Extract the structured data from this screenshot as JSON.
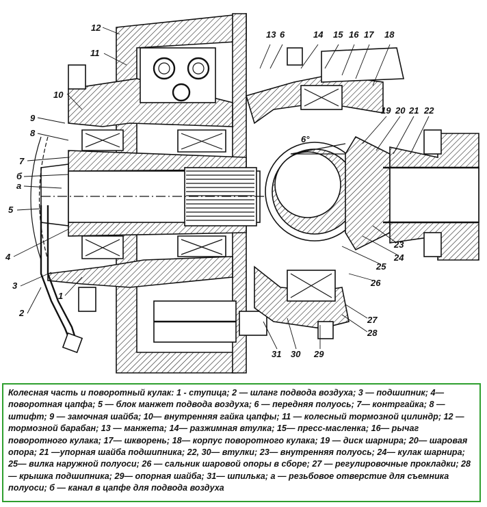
{
  "labels": {
    "l1": "1",
    "l2": "2",
    "l3": "3",
    "l4": "4",
    "l5": "5",
    "l6": "6",
    "l7": "7",
    "l8": "8",
    "l9": "9",
    "l10": "10",
    "l11": "11",
    "l12": "12",
    "l13": "13",
    "l14": "14",
    "l15": "15",
    "l16": "16",
    "l17": "17",
    "l18": "18",
    "l19": "19",
    "l20": "20",
    "l21": "21",
    "l22": "22",
    "l23": "23",
    "l24": "24",
    "l25": "25",
    "l26": "26",
    "l27": "27",
    "l28": "28",
    "l29": "29",
    "l30": "30",
    "l31": "31",
    "la": "a",
    "lb": "б",
    "angle": "6°"
  },
  "caption": "Колесная часть и поворотный кулак: 1 - ступица; 2 — шланг подвода воздуха; 3 — подшипник; 4— поворотная цапфа; 5 — блок манжет подвода воздуха; 6 — передняя полуось; 7— контргайка; 8 — штифт; 9 — замочная шайба; 10— внутренняя гайка цапфы; 11 — колесный тормозной цилиндр; 12 — тормозной барабан; 13 — манжета; 14— разжимная втулка; 15— пресс-масленка; 16— рычаг поворотного кулака; 17— шкворень; 18— корпус поворотного кулака; 19 — диск шарнира; 20— шаровая опора; 21 —упорная шайба подшипника; 22, 30— втулки; 23— внутренняя полуось; 24— кулак шарнира; 25— вилка наружной полуоси; 26 — сальник шаровой опоры в сборе; 27 — регулировочные прокладки; 28— крышка подшипника; 29— опорная шайба; 31— шпилька; а — резьбовое отверстие для съемника полуоси; б — канал в цапфе для подвода воздуха"
}
